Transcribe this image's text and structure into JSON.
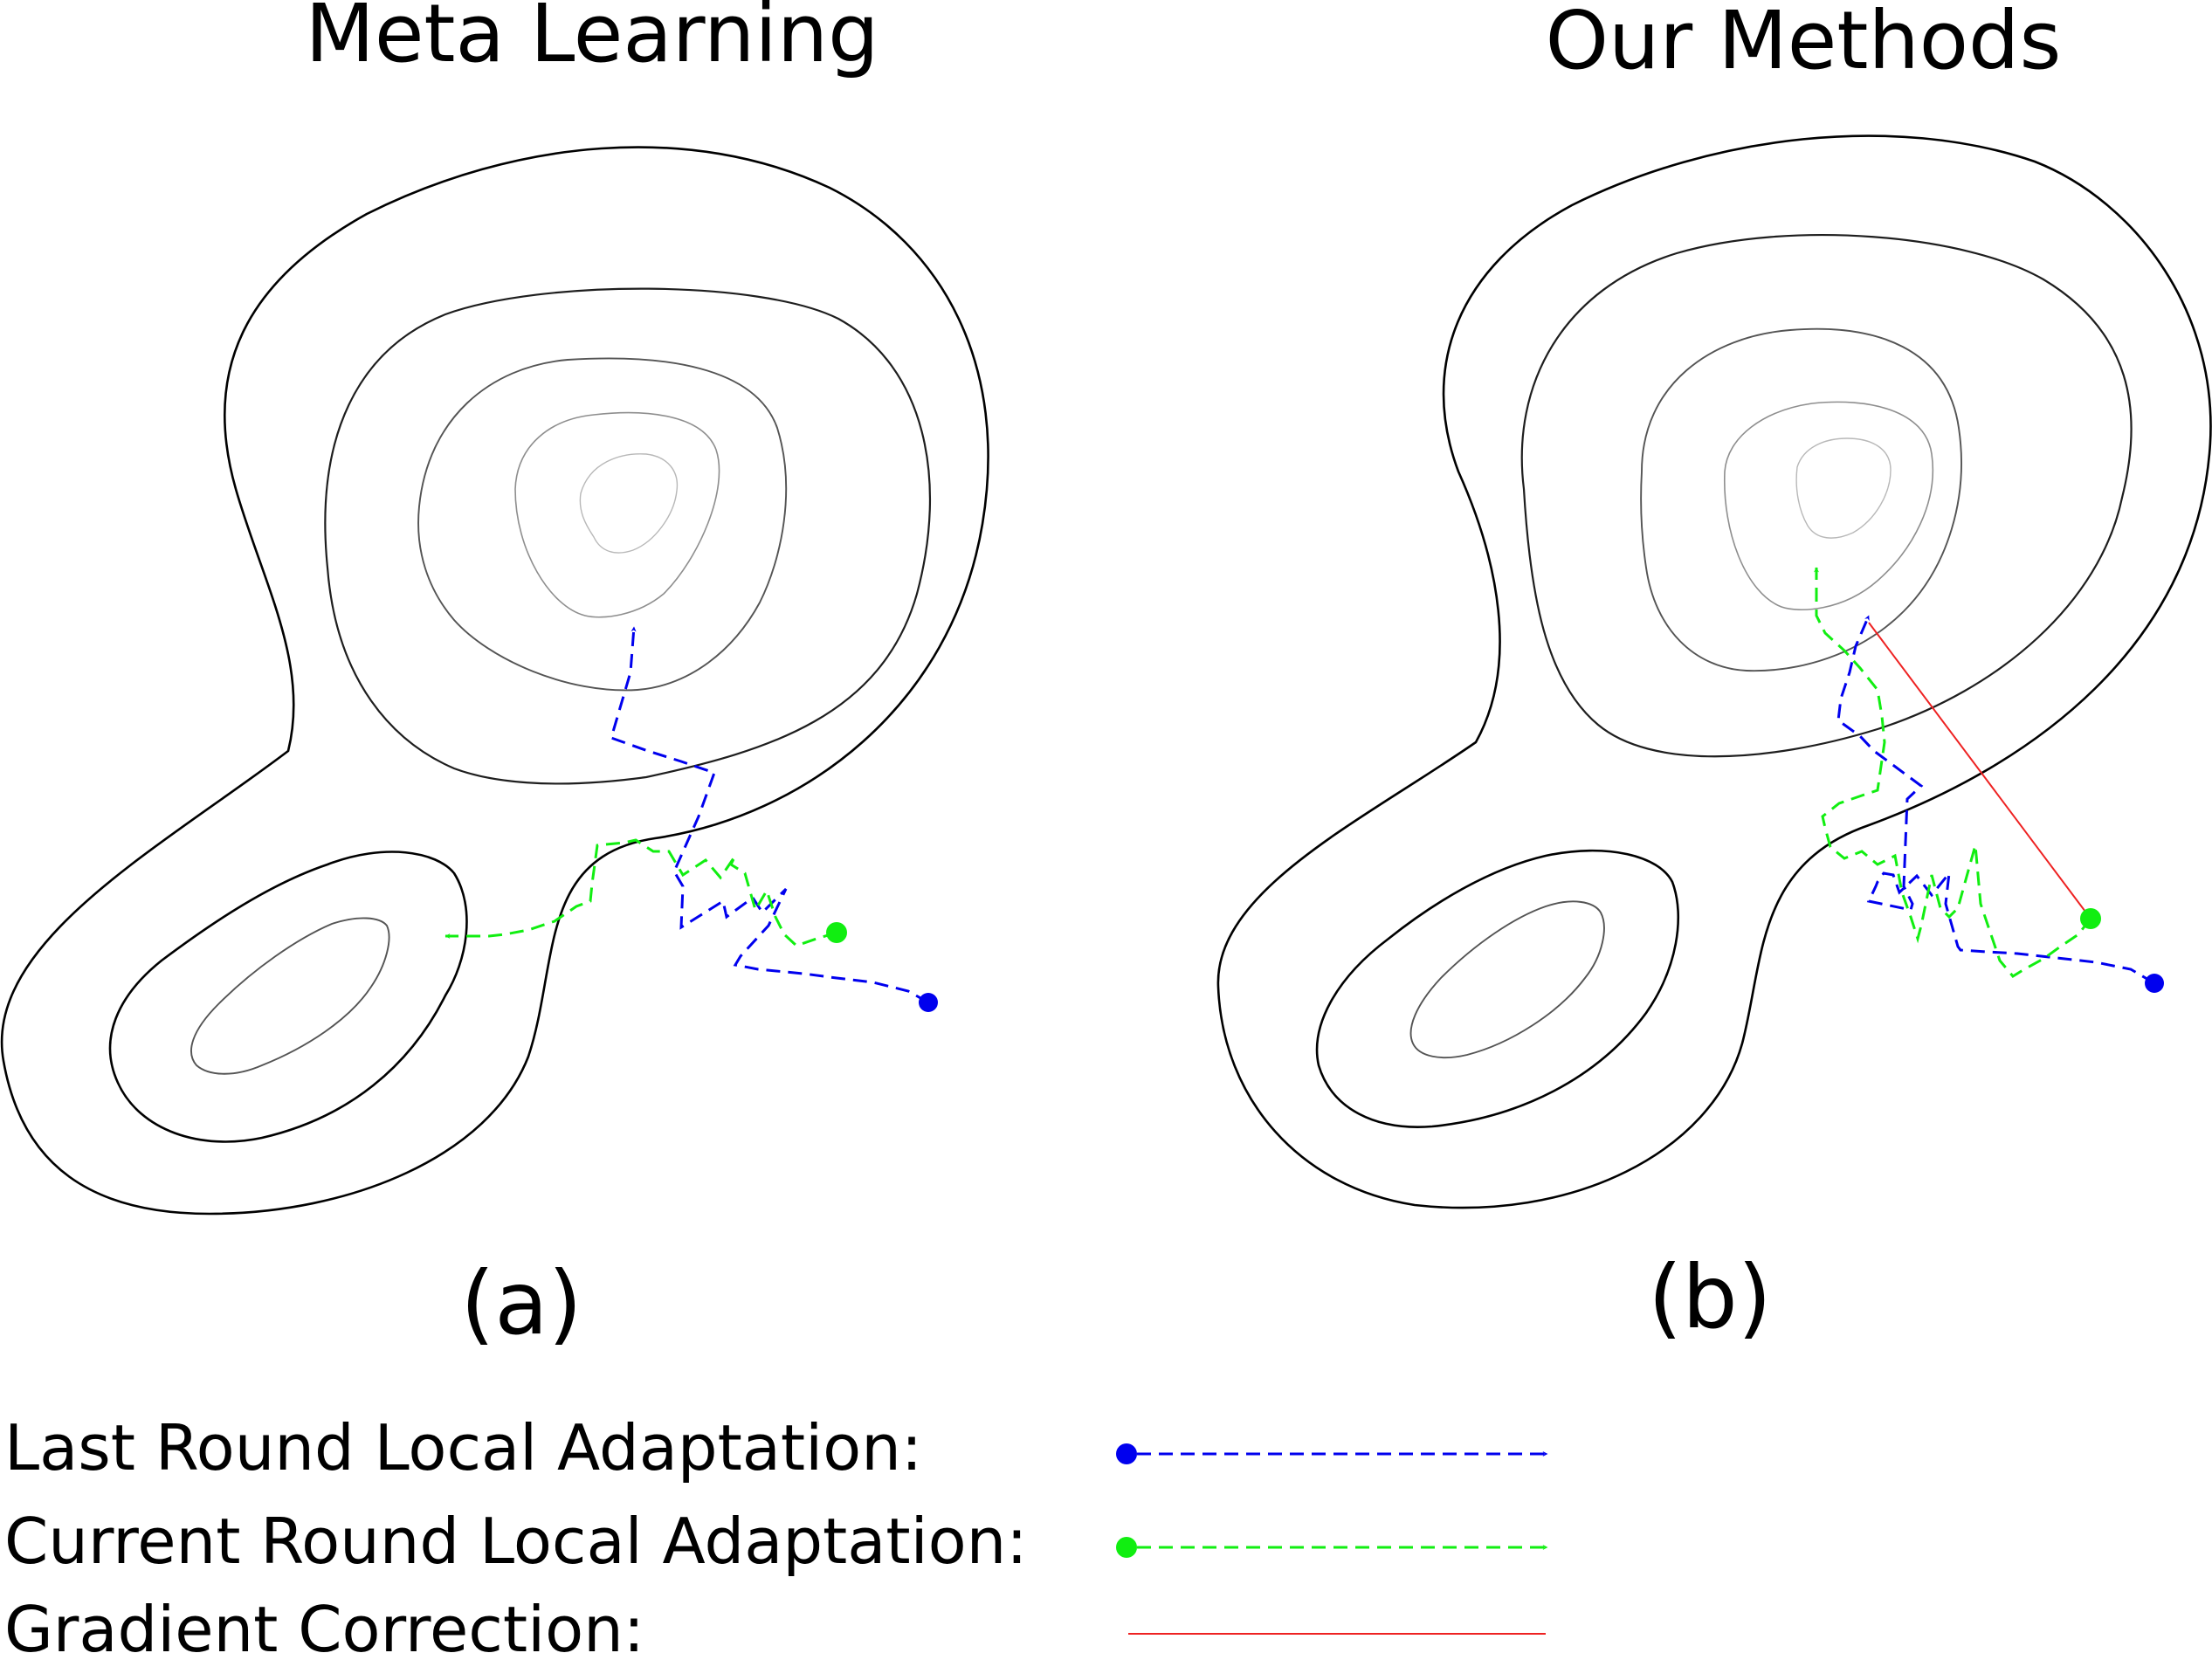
{
  "panels": {
    "a": {
      "title": "Meta Learning",
      "label": "(a)"
    },
    "b": {
      "title": "Our Methods",
      "label": "(b)"
    }
  },
  "legend": {
    "last_round": "Last Round Local Adaptation:",
    "current_round": "Current Round Local Adaptation:",
    "gradient_correction": "Gradient Correction:"
  },
  "colors": {
    "last_round": "#0000ee",
    "current_round": "#11ee11",
    "gradient_correction": "#ee2222",
    "contour": "#000000"
  }
}
